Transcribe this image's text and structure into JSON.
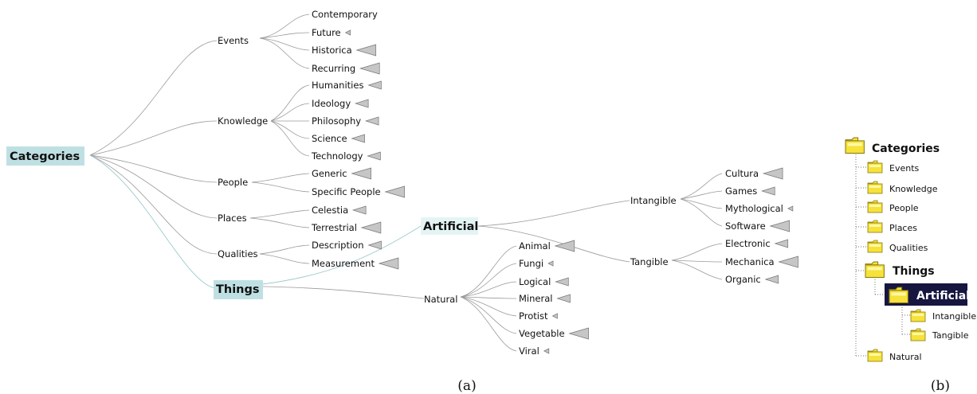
{
  "captions": {
    "a": "(a)",
    "b": "(b)"
  },
  "hyperbolic": {
    "root": "Categories",
    "events": {
      "label": "Events",
      "children": [
        "Contemporary",
        "Future",
        "Historica",
        "Recurring"
      ]
    },
    "knowledge": {
      "label": "Knowledge",
      "children": [
        "Humanities",
        "Ideology",
        "Philosophy",
        "Science",
        "Technology"
      ]
    },
    "people": {
      "label": "People",
      "children": [
        "Generic",
        "Specific People"
      ]
    },
    "places": {
      "label": "Places",
      "children": [
        "Celestia",
        "Terrestrial"
      ]
    },
    "qualities": {
      "label": "Qualities",
      "children": [
        "Description",
        "Measurement"
      ]
    },
    "things": {
      "label": "Things"
    },
    "artificial": {
      "label": "Artificial"
    },
    "natural": {
      "label": "Natural",
      "children": [
        "Animal",
        "Fungi",
        "Logical",
        "Mineral",
        "Protist",
        "Vegetable",
        "Viral"
      ]
    },
    "intangible": {
      "label": "Intangible",
      "children": [
        "Cultura",
        "Games",
        "Mythological",
        "Software"
      ]
    },
    "tangible": {
      "label": "Tangible",
      "children": [
        "Electronic",
        "Mechanica",
        "Organic"
      ]
    }
  },
  "browser": {
    "root": "Categories",
    "items": [
      "Events",
      "Knowledge",
      "People",
      "Places",
      "Qualities"
    ],
    "things": "Things",
    "artificial": "Artificial",
    "artificial_children": [
      "Intangible",
      "Tangible"
    ],
    "natural": "Natural"
  }
}
